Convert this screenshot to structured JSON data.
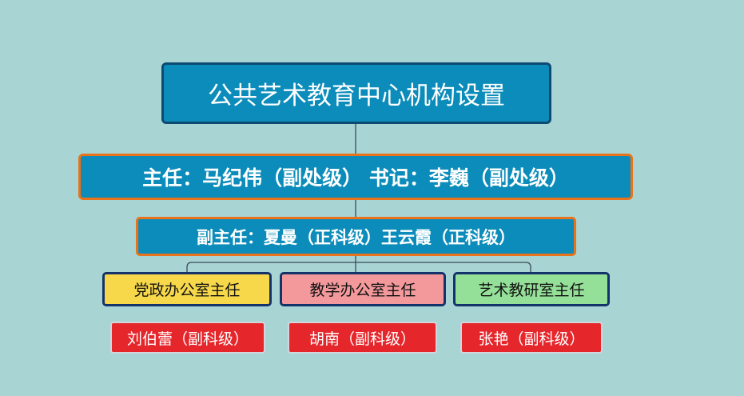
{
  "chart": {
    "title": "公共艺术教育中心机构设置",
    "leaders": "主任：马纪伟（副处级） 书记：李巍（副处级）",
    "deputies": "副主任：夏曼（正科级）王云霞（正科级）",
    "departments": [
      {
        "name": "党政办公室主任",
        "head": "刘伯蕾（副科级）",
        "color": "#f7d84a"
      },
      {
        "name": "教学办公室主任",
        "head": "胡南（副科级）",
        "color": "#f4999b"
      },
      {
        "name": "艺术教研室主任",
        "head": "张艳（副科级）",
        "color": "#95e098"
      }
    ]
  },
  "colors": {
    "background": "#a9d4d4",
    "box_fill": "#0b8cba",
    "title_border": "#0d4a72",
    "leader_border": "#e8731a",
    "person_fill": "#e5262b"
  }
}
